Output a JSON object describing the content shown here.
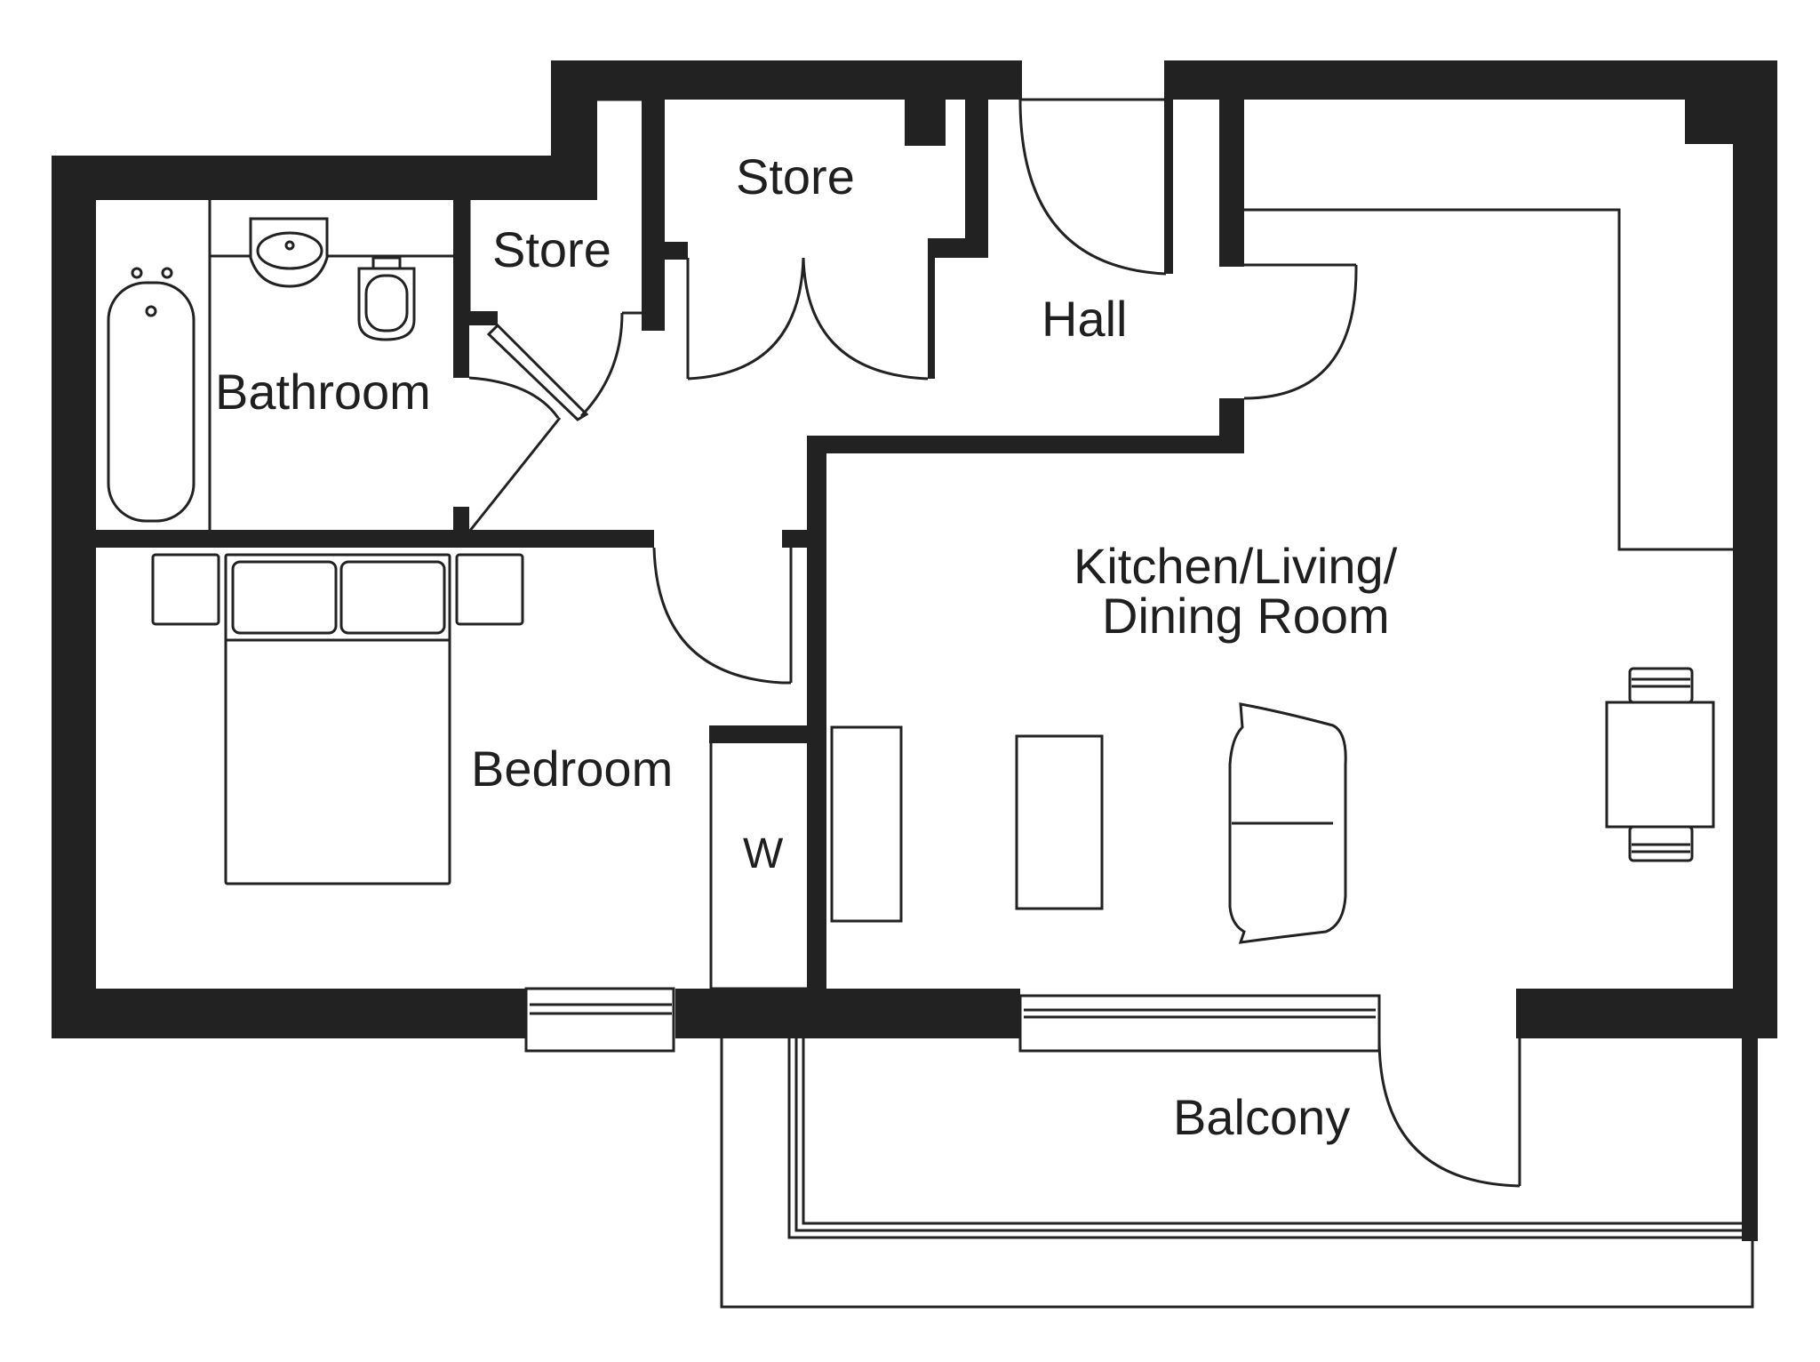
{
  "rooms": {
    "store_left": "Store",
    "store_right": "Store",
    "hall": "Hall",
    "bathroom": "Bathroom",
    "kitchen_line1": "Kitchen/Living/",
    "kitchen_line2": "Dining Room",
    "bedroom": "Bedroom",
    "wardrobe": "W",
    "balcony": "Balcony"
  },
  "colors": {
    "wall": "#222222",
    "background": "#ffffff"
  }
}
